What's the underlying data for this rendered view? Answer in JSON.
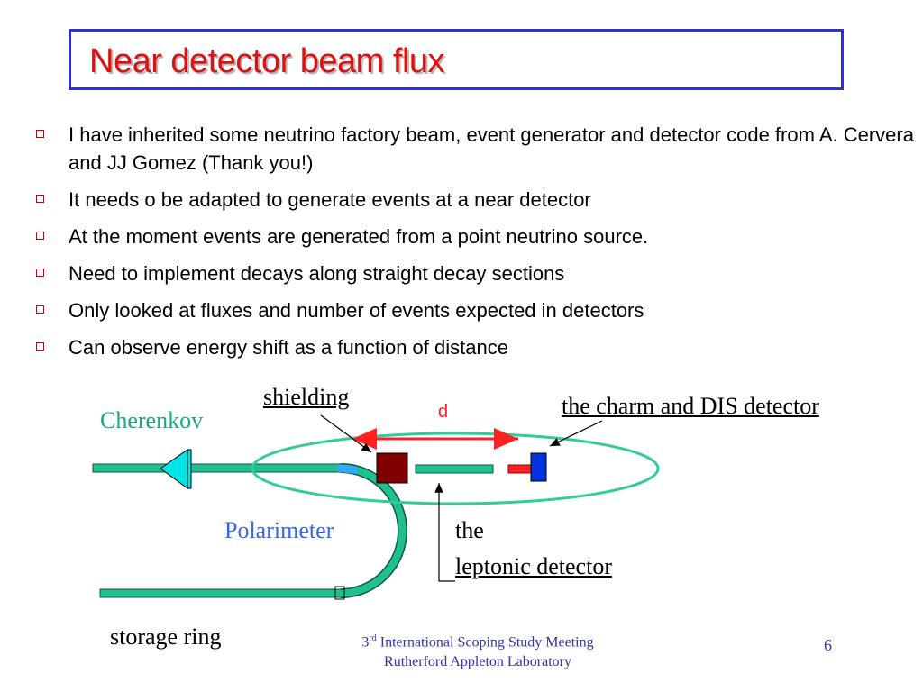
{
  "slide": {
    "title": "Near detector beam flux",
    "bullets": [
      "I have inherited some neutrino factory beam, event generator and detector code from A. Cervera and JJ Gomez (Thank you!)",
      "It needs o be adapted to generate events at a near detector",
      "At the moment events are generated from a point neutrino source.",
      "Need to implement decays along straight decay sections",
      "Only looked at fluxes and number of events expected in detectors",
      "Can observe energy shift as a function of distance"
    ]
  },
  "diagram": {
    "labels": {
      "shielding": "shielding",
      "d": "d",
      "charm_dis": "the charm and DIS detector",
      "cherenkov": "Cherenkov",
      "polarimeter": "Polarimeter",
      "leptonic_line1": "the",
      "leptonic_line2": "leptonic detector",
      "storage_ring": "storage ring"
    },
    "colors": {
      "beamline": "#1fbf8f",
      "cherenkov_label": "#1aa880",
      "cherenkov_cone": "#00e6e6",
      "polarimeter_label": "#3366ee",
      "shielding_block": "#800000",
      "dis_detector": "#0033dd",
      "red_beam": "#ff2020",
      "ellipse": "#33cc99"
    }
  },
  "footer": {
    "sup": "rd",
    "line1_prefix": "3",
    "line1_rest": " International Scoping Study Meeting",
    "line2": "Rutherford Appleton Laboratory",
    "page": "6"
  }
}
